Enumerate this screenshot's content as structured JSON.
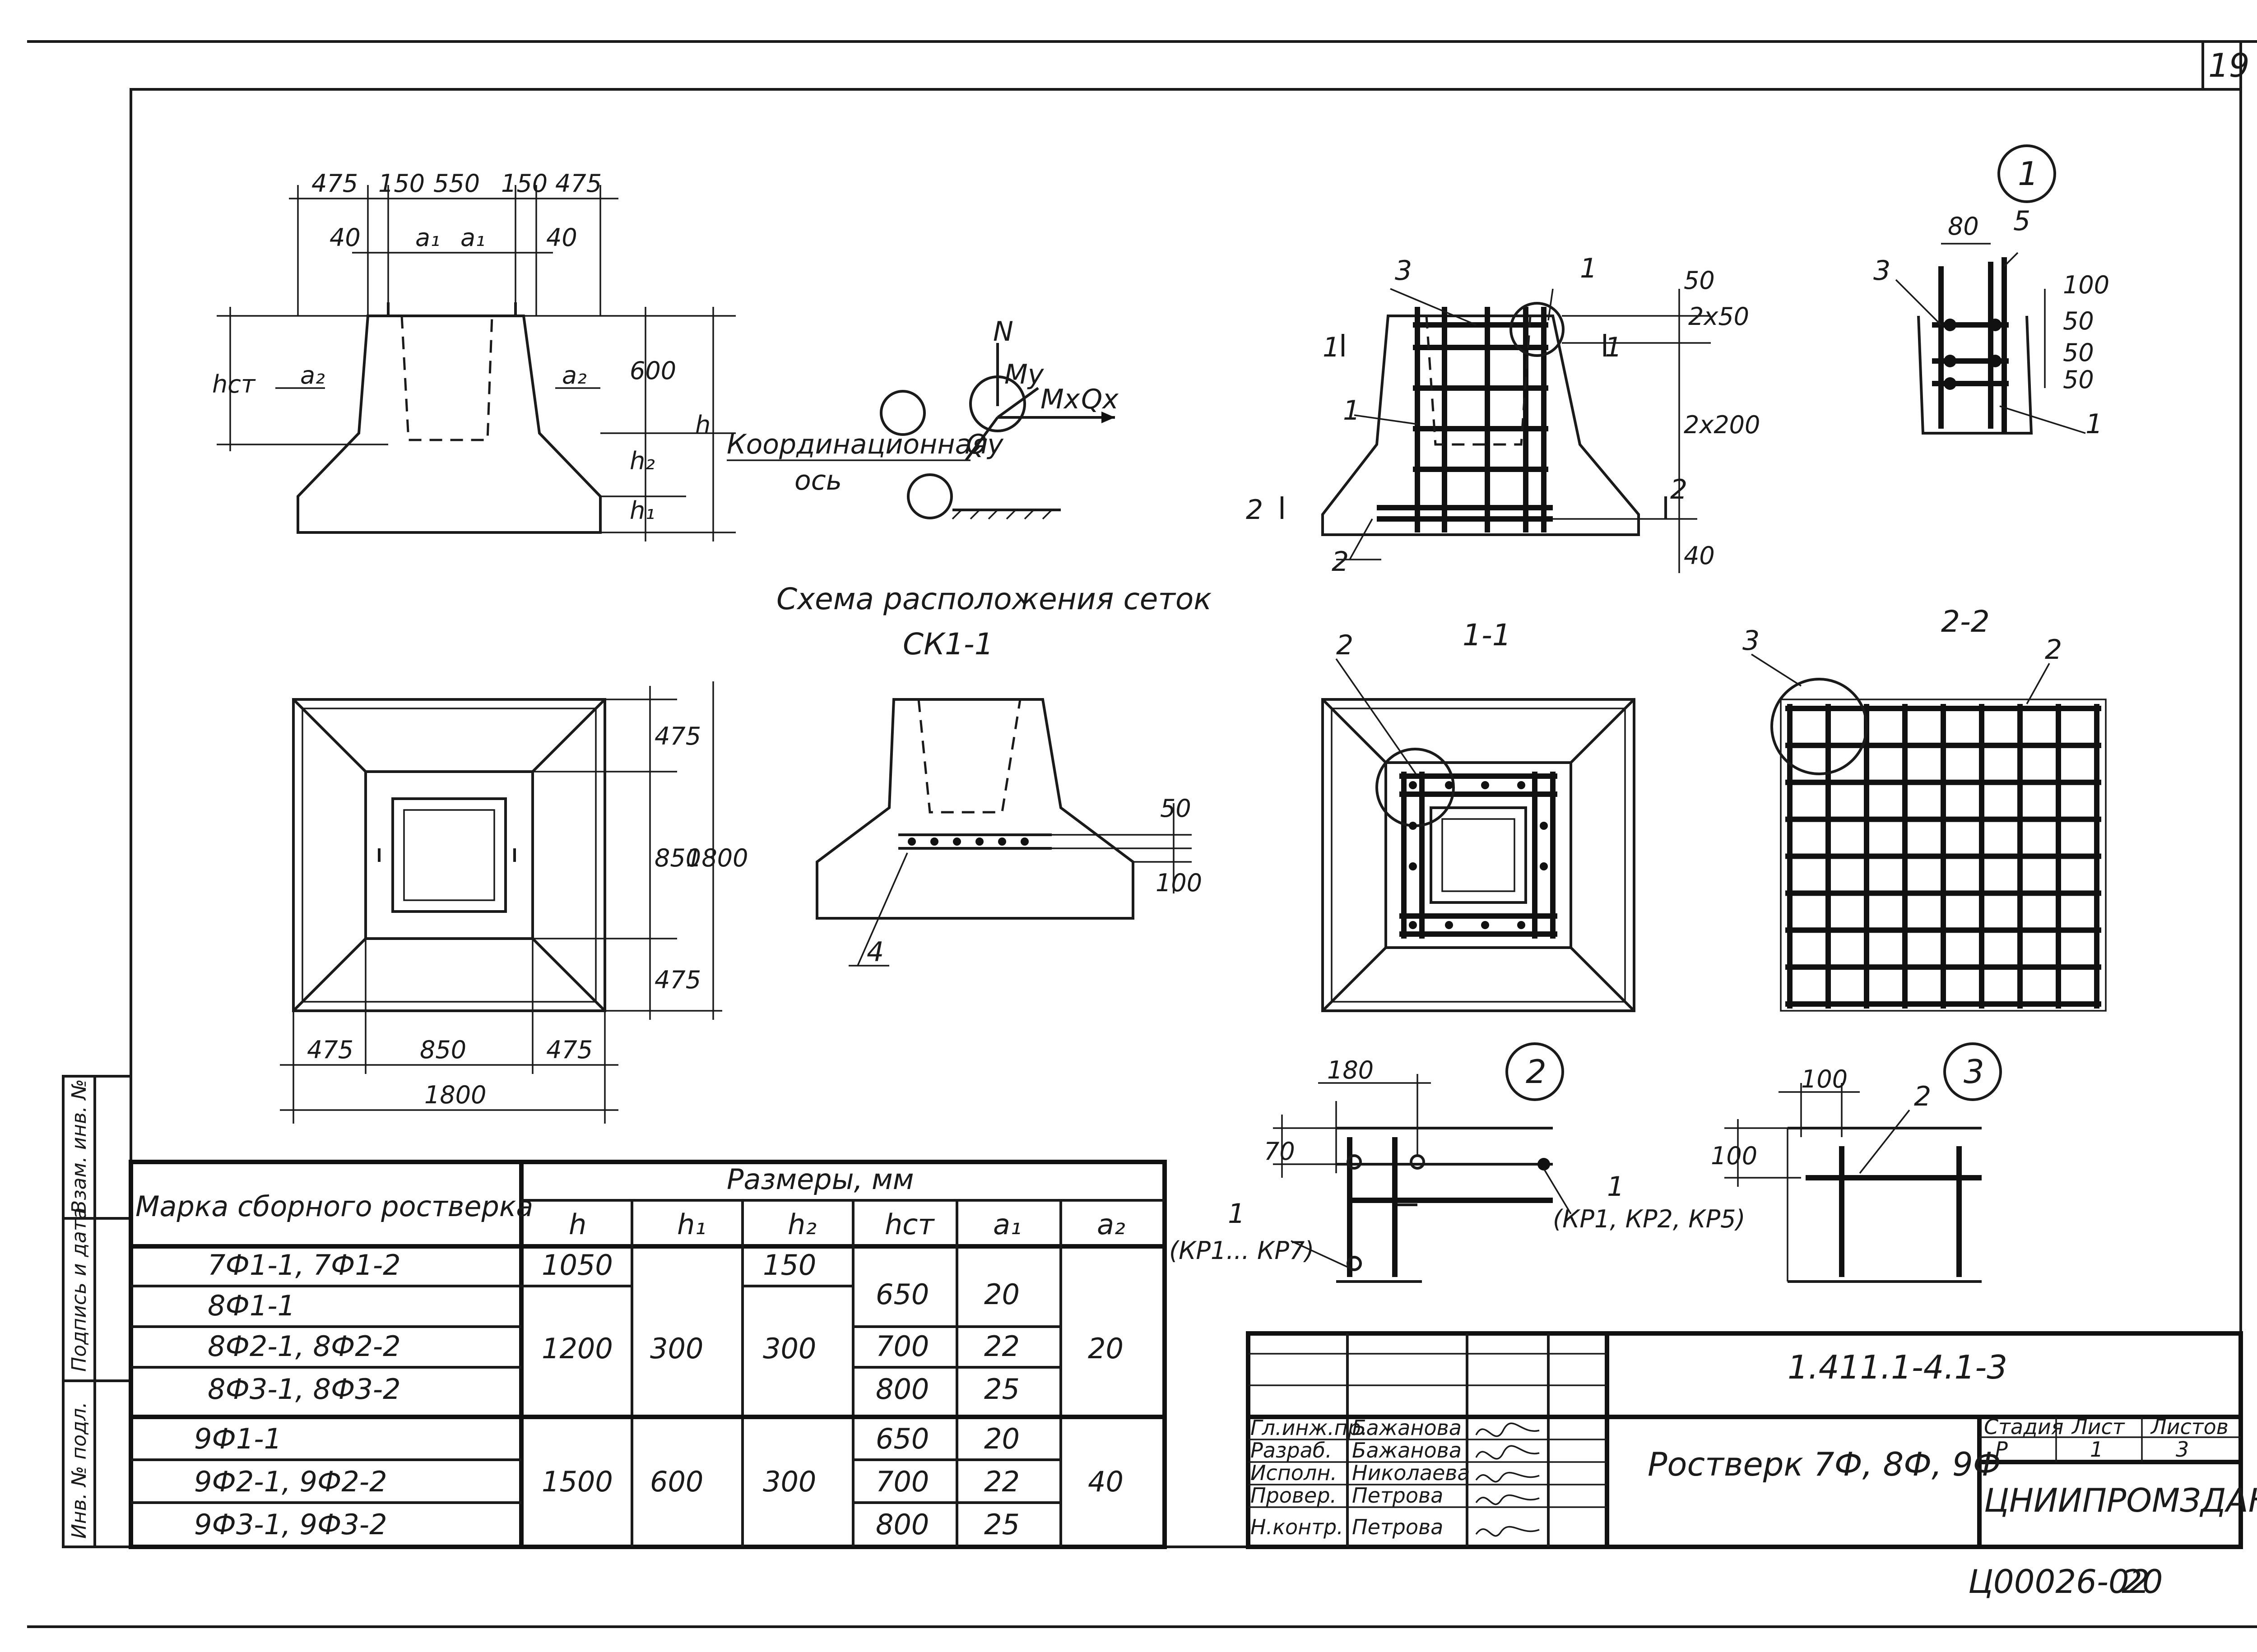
{
  "page": {
    "number": "19",
    "archive_code": "Ц00026-02",
    "archive_page": "20"
  },
  "elevation": {
    "dim_top": [
      "475",
      "150",
      "550",
      "150",
      "475"
    ],
    "dim_second": [
      "40",
      "a₁",
      "a₁",
      "40"
    ],
    "left_labels": [
      "hст",
      "a₂"
    ],
    "right_labels": [
      "a₂",
      "600",
      "h₂",
      "h₁",
      "h"
    ]
  },
  "loads": {
    "N": "N",
    "My": "My",
    "Mx": "Mx",
    "Qx": "Qx",
    "Qy": "Qy",
    "axis_label_1": "Координационная",
    "axis_label_2": "ось"
  },
  "section_cut": {
    "callouts": [
      "3",
      "1",
      "1",
      "2",
      "2",
      "1",
      "2",
      "2"
    ],
    "dims": [
      "50",
      "2x50",
      "2x200",
      "40"
    ]
  },
  "detail1": {
    "mark": "1",
    "dims": [
      "80",
      "100",
      "50",
      "50",
      "50"
    ],
    "callouts": [
      "3",
      "5",
      "1"
    ]
  },
  "scheme": {
    "title_line1": "Схема расположения сеток",
    "title_line2": "СК1-1",
    "dims": [
      "50",
      "100"
    ],
    "callout": "4"
  },
  "plan": {
    "dims_right": [
      "475",
      "850",
      "475"
    ],
    "total_right": "1800",
    "dims_bottom": [
      "475",
      "850",
      "475"
    ],
    "total_bottom": "1800"
  },
  "sec11": {
    "title": "1-1",
    "callout": "2"
  },
  "sec22": {
    "title": "2-2",
    "callouts": [
      "3",
      "2"
    ]
  },
  "detail2": {
    "mark": "2",
    "dims": [
      "180",
      "70"
    ],
    "callout_right": "1",
    "callout_right_note": "(КР1, КР2, КР5)",
    "callout_left": "1",
    "callout_left_note": "(КР1... КР7)"
  },
  "detail3": {
    "mark": "3",
    "dims": [
      "100",
      "100"
    ],
    "callout": "2"
  },
  "side_stamps": [
    "Инв. № подл.",
    "Подпись и дата",
    "Взам. инв. №"
  ],
  "table": {
    "header_mark": "Марка сборного ростверка",
    "header_sizes": "Размеры, мм",
    "columns": [
      "h",
      "h₁",
      "h₂",
      "hст",
      "a₁",
      "a₂"
    ],
    "rows": [
      {
        "mark": "7Ф1-1,   7Ф1-2",
        "h": "1050",
        "h2": "150",
        "hst": "650",
        "a1": "20"
      },
      {
        "mark": "8Ф1-1"
      },
      {
        "mark": "8Ф2-1,   8Ф2-2",
        "h": "1200",
        "h1": "300",
        "h2": "300",
        "hst": "700",
        "a1": "22",
        "a2": "20"
      },
      {
        "mark": "8Ф3-1,   8Ф3-2",
        "hst": "800",
        "a1": "25"
      },
      {
        "mark": "9Ф1-1",
        "hst": "650",
        "a1": "20"
      },
      {
        "mark": "9Ф2-1,   9Ф2-2",
        "h": "1500",
        "h1": "600",
        "h2": "300",
        "hst": "700",
        "a1": "22",
        "a2": "40"
      },
      {
        "mark": "9Ф3-1,   9Ф3-2",
        "hst": "800",
        "a1": "25"
      }
    ]
  },
  "title_block": {
    "code": "1.411.1-4.1-3",
    "name": "Ростверк 7Ф, 8Ф, 9Ф",
    "stage_label": "Стадия",
    "stage": "Р",
    "sheet_label": "Лист",
    "sheet": "1",
    "sheets_label": "Листов",
    "sheets": "3",
    "org": "ЦНИИПРОМЗДАНИЙ",
    "roles": [
      "Гл.инж.пр.",
      "Разраб.",
      "Исполн.",
      "Провер.",
      "Н.контр."
    ],
    "names": [
      "Бажанова",
      "Бажанова",
      "Николаева",
      "Петрова",
      "Петрова"
    ]
  }
}
